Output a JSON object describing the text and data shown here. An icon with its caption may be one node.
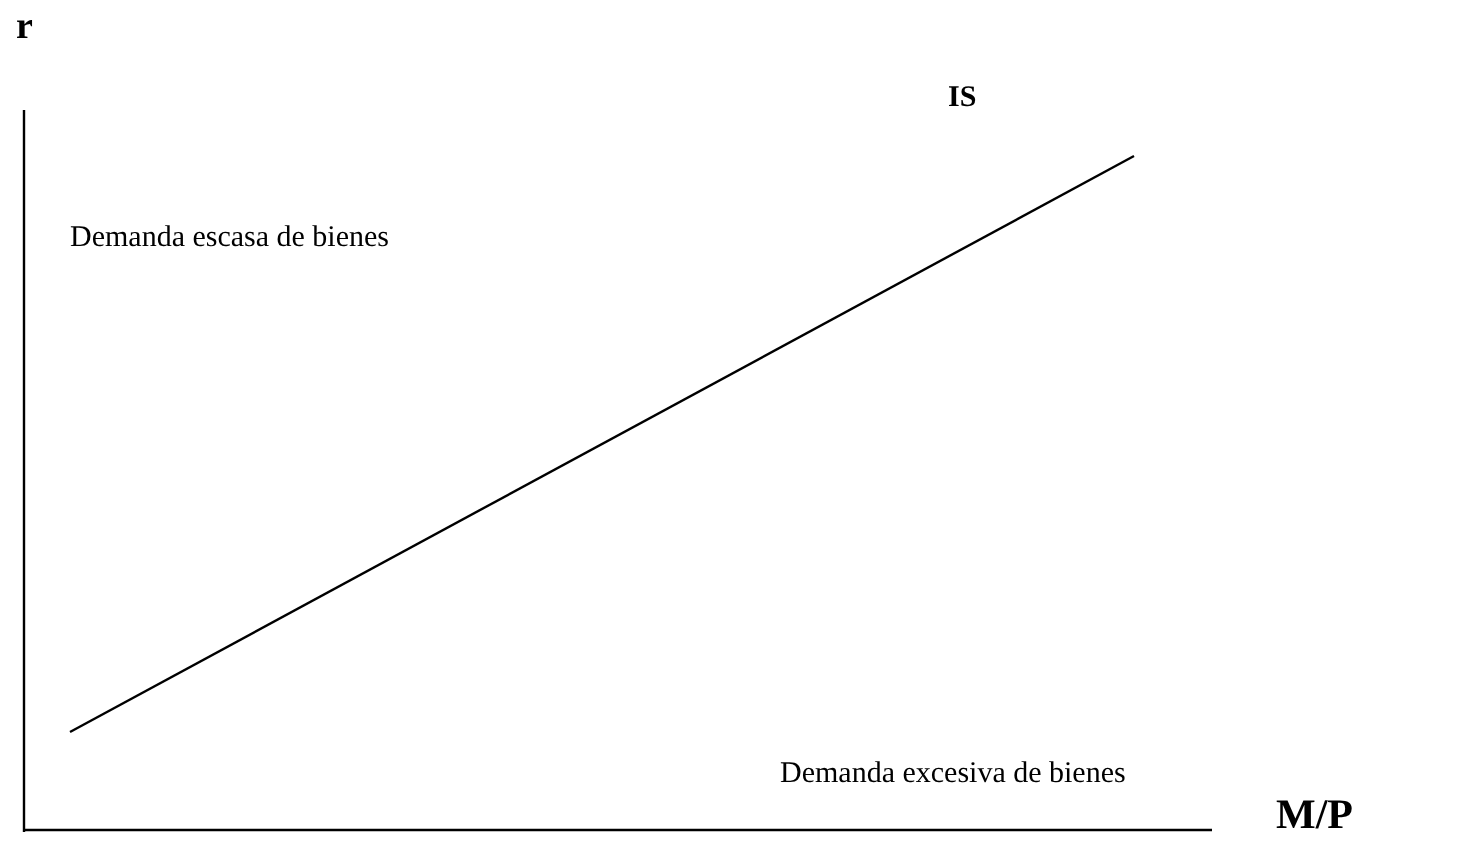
{
  "diagram": {
    "labels": [
      "r",
      "IS",
      "Demanda escasa de bienes",
      "Demanda excesiva de bienes",
      "M/P"
    ]
  }
}
